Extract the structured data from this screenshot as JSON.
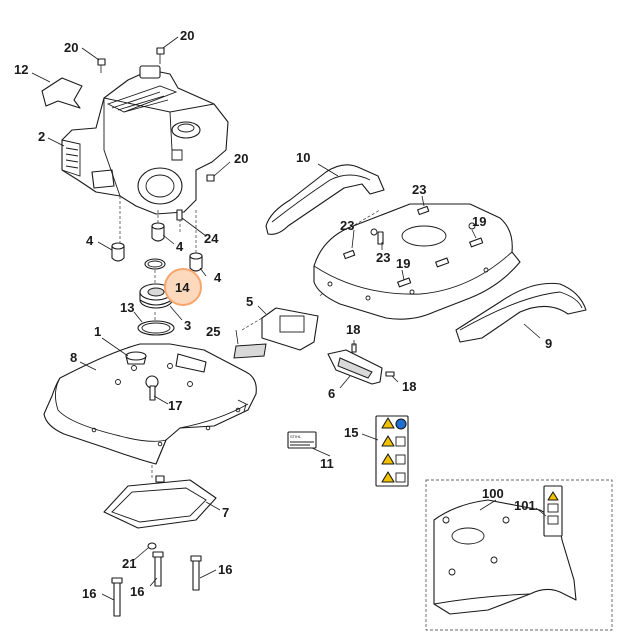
{
  "labels": {
    "p1": "1",
    "p2": "2",
    "p3": "3",
    "p4a": "4",
    "p4b": "4",
    "p4c": "4",
    "p5": "5",
    "p6": "6",
    "p7": "7",
    "p8": "8",
    "p9": "9",
    "p10": "10",
    "p11": "11",
    "p12": "12",
    "p13": "13",
    "p14": "14",
    "p15": "15",
    "p16a": "16",
    "p16b": "16",
    "p16c": "16",
    "p17": "17",
    "p18a": "18",
    "p18b": "18",
    "p19a": "19",
    "p19b": "19",
    "p20a": "20",
    "p20b": "20",
    "p20c": "20",
    "p21": "21",
    "p23a": "23",
    "p23b": "23",
    "p23c": "23",
    "p24": "24",
    "p25": "25",
    "p100": "100",
    "p101": "101"
  },
  "highlight": {
    "label": "14",
    "color": "#f6a66b",
    "fill": "#fcd9bd"
  },
  "decal": {
    "brand": "STIHL",
    "warning_color": "#f2c200",
    "info_color": "#1e6fd0"
  },
  "colors": {
    "line": "#1a1a1a",
    "background": "#ffffff",
    "shade": "#d9d9d9"
  }
}
